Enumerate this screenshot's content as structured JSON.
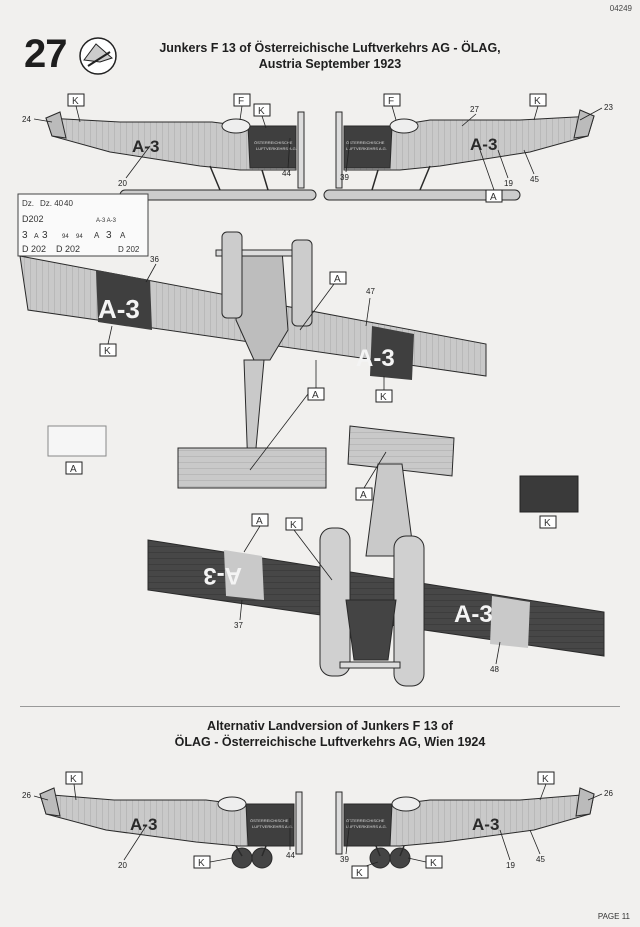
{
  "header": {
    "code": "04249",
    "step_number": "27",
    "title_line1": "Junkers F 13 of Österreichische Luftverkehrs AG -  ÖLAG,",
    "title_line2": "Austria September 1923"
  },
  "section2": {
    "title_line1": "Alternativ Landversion of Junkers F 13 of",
    "title_line2": "ÖLAG - Österreichische Luftverkehrs AG, Wien 1924"
  },
  "footer": {
    "page": "PAGE 11"
  },
  "markings": {
    "registration": "A-3",
    "paint_k": "K",
    "paint_a": "A",
    "paint_f": "F",
    "fuselage_text_1": "ÖSTERREICHISCHE",
    "fuselage_text_2": "LUFTVERKEHRS A.G."
  },
  "decal_sheet": {
    "row1": [
      "Dz.",
      "Dz. 40",
      "40"
    ],
    "row2": [
      "D202",
      "A-3 A-3"
    ],
    "row3": [
      "3",
      "A",
      "3",
      "94",
      "94",
      "A",
      "3",
      "A"
    ],
    "row4": [
      "D 202",
      "D 202",
      "D 202"
    ]
  },
  "callouts": {
    "n19": "19",
    "n20": "20",
    "n23": "23",
    "n24": "24",
    "n26": "26",
    "n27": "27",
    "n36": "36",
    "n37": "37",
    "n39": "39",
    "n44": "44",
    "n45": "45",
    "n47": "47",
    "n48": "48"
  },
  "colors": {
    "light_grey": "#c9c9c9",
    "dark_grey": "#3f3f3f",
    "line": "#2a2a2a",
    "paper": "#f1f0ee"
  }
}
